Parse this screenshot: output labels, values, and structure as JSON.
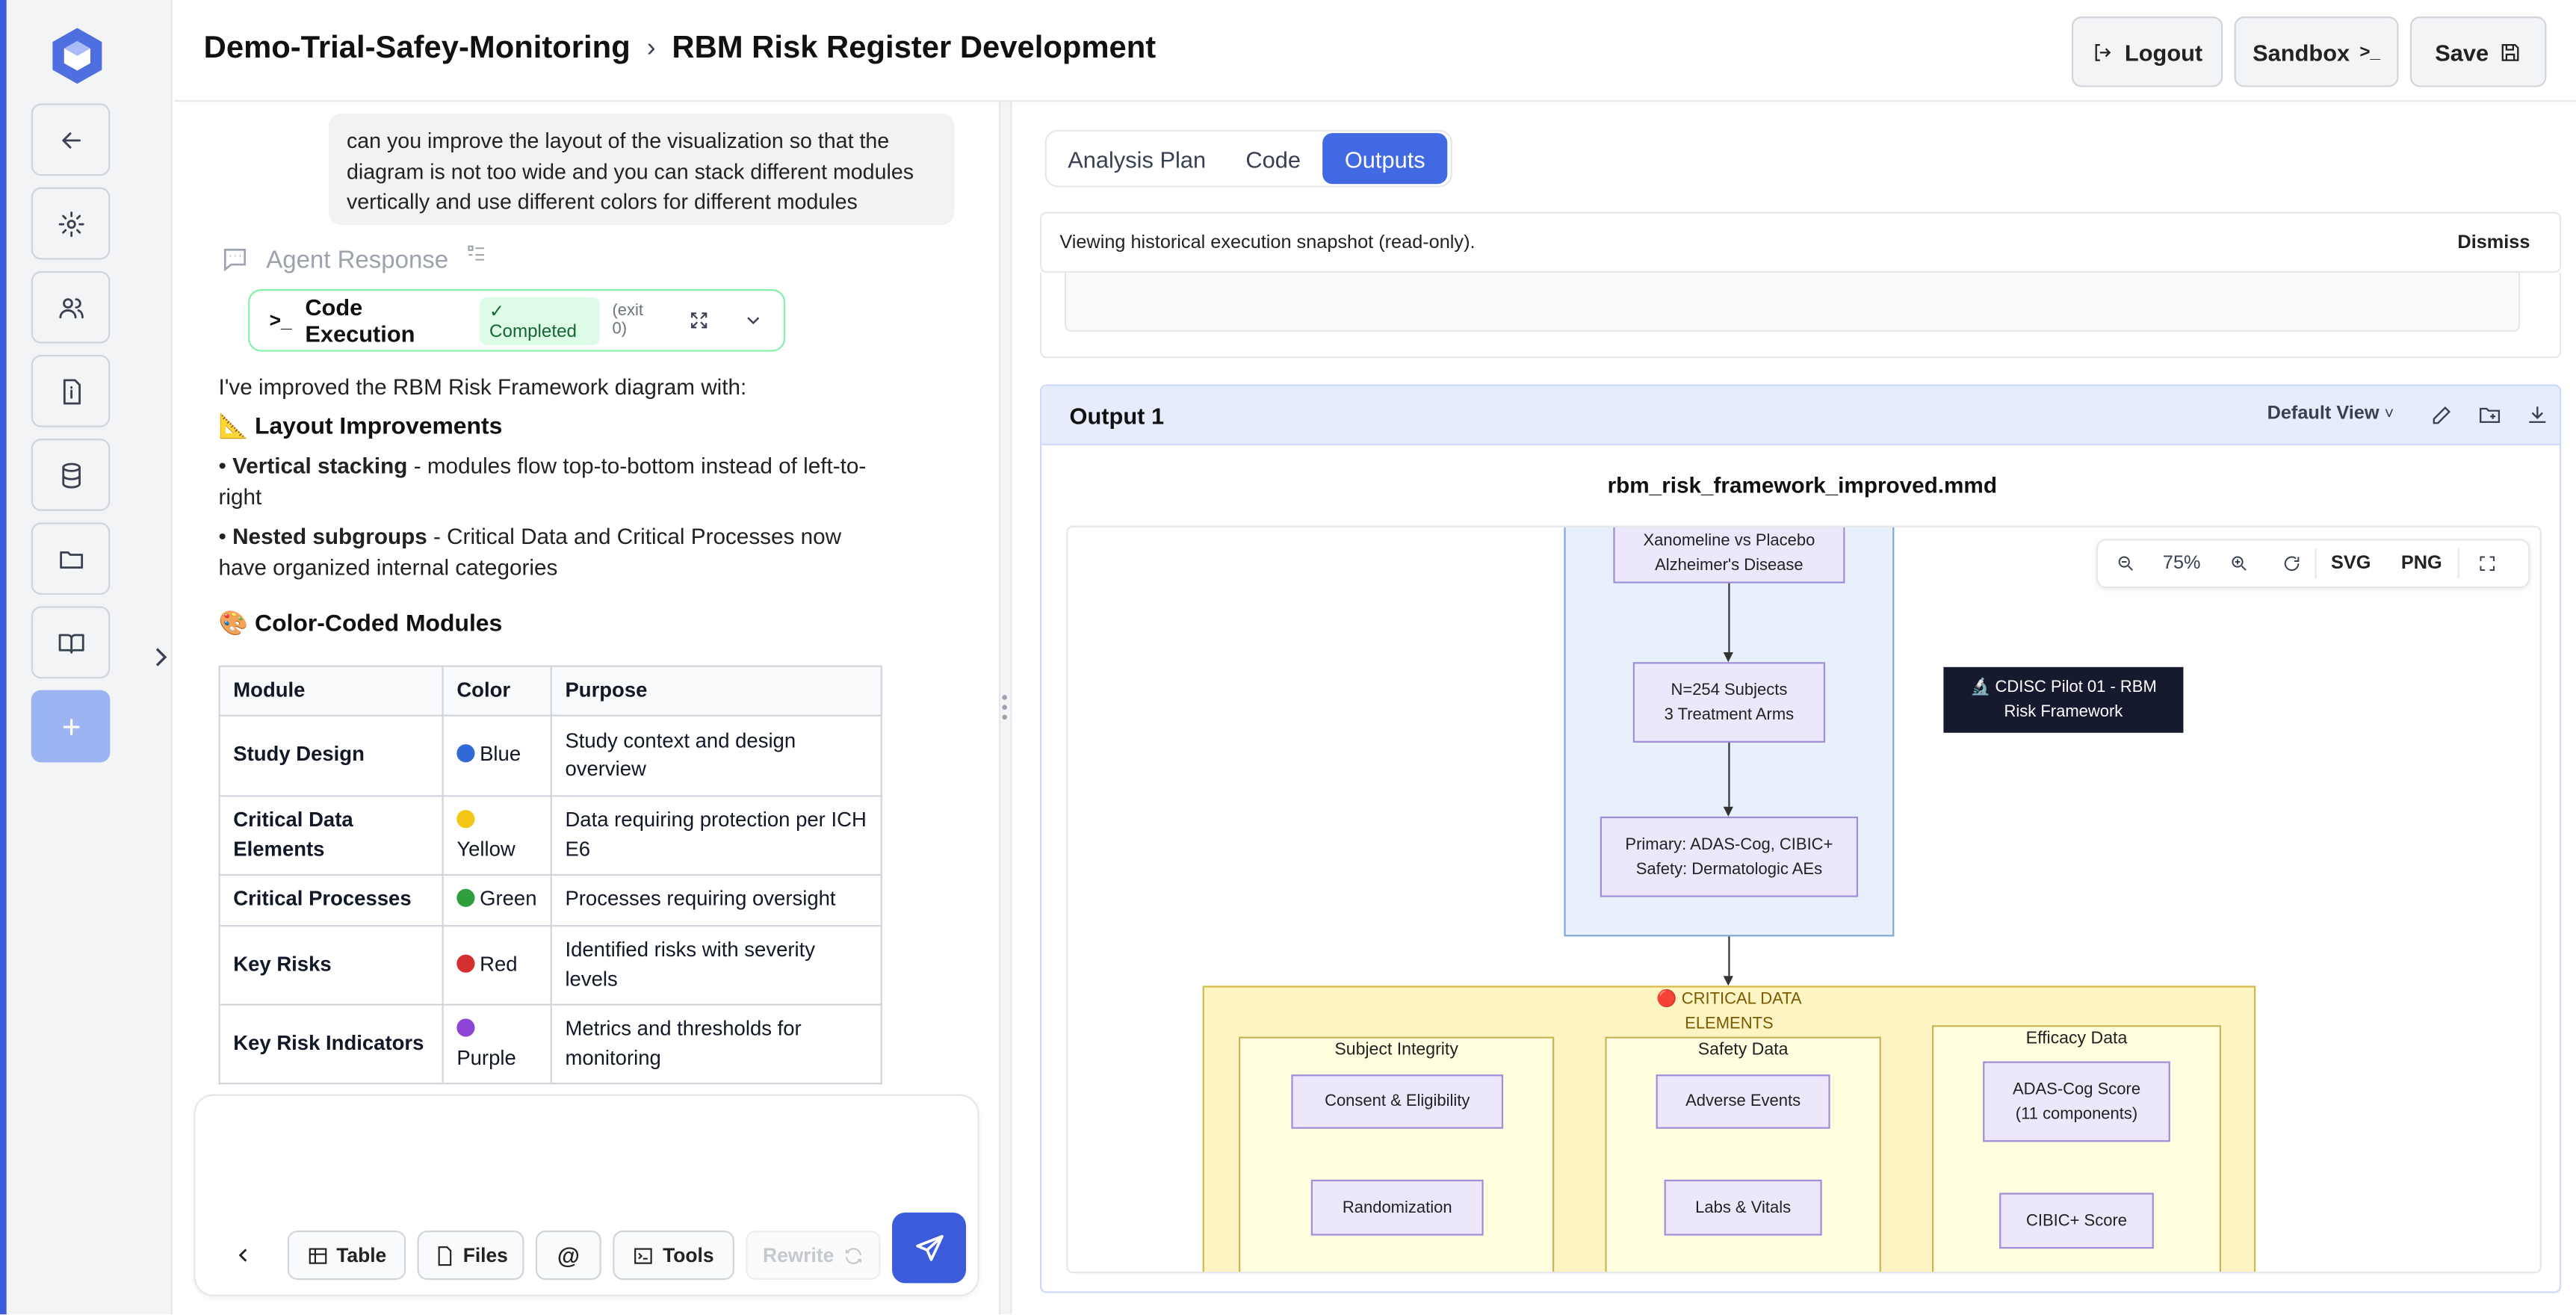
{
  "header": {
    "project": "Demo-Trial-Safey-Monitoring",
    "page": "RBM Risk Register Development",
    "logout": "Logout",
    "sandbox": "Sandbox",
    "sandbox_glyph": ">_",
    "save": "Save"
  },
  "chat": {
    "user_message": "can you improve the layout of the visualization so that the diagram is not too wide and you can stack different modules vertically and use different colors for different modules",
    "agent_label": "Agent Response",
    "code_exec": {
      "title": "Code Execution",
      "status": "Completed",
      "exit": "(exit 0)"
    },
    "intro": "I've improved the RBM Risk Framework diagram with:",
    "layout_heading": "Layout Improvements",
    "bullet1_bold": "Vertical stacking",
    "bullet1_text": " - modules flow top-to-bottom instead of left-to-right",
    "bullet2_bold": "Nested subgroups",
    "bullet2_text": " - Critical Data and Critical Processes now have organized internal categories",
    "color_heading": "Color-Coded Modules",
    "table": {
      "headers": [
        "Module",
        "Color",
        "Purpose"
      ],
      "rows": [
        {
          "module": "Study Design",
          "color": "Blue",
          "swatch": "#2f6ad6",
          "purpose": "Study context and design overview"
        },
        {
          "module": "Critical Data Elements",
          "color": "Yellow",
          "swatch": "#f5c518",
          "purpose": "Data requiring protection per ICH E6"
        },
        {
          "module": "Critical Processes",
          "color": "Green",
          "swatch": "#2e9e3e",
          "purpose": "Processes requiring oversight"
        },
        {
          "module": "Key Risks",
          "color": "Red",
          "swatch": "#d32f2f",
          "purpose": "Identified risks with severity levels"
        },
        {
          "module": "Key Risk Indicators",
          "color": "Purple",
          "swatch": "#8e44d6",
          "purpose": "Metrics and thresholds for monitoring"
        }
      ]
    },
    "composer": {
      "table": "Table",
      "files": "Files",
      "tools": "Tools",
      "rewrite": "Rewrite"
    }
  },
  "outputs": {
    "tabs": [
      "Analysis Plan",
      "Code",
      "Outputs"
    ],
    "banner": "Viewing historical execution snapshot (read-only).",
    "dismiss": "Dismiss",
    "output_title": "Output 1",
    "view_select": "Default View",
    "filename": "rbm_risk_framework_improved.mmd",
    "zoom": "75%",
    "svg": "SVG",
    "png": "PNG",
    "diagram": {
      "node_study": "Xanomeline vs Placebo\nAlzheimer's Disease",
      "node_subjects": "N=254 Subjects\n3 Treatment Arms",
      "node_endpoints": "Primary: ADAS-Cog, CIBIC+\nSafety: Dermatologic AEs",
      "title_box": "🔬 CDISC Pilot 01 - RBM\nRisk Framework",
      "critical_data": "🔴 CRITICAL DATA\nELEMENTS",
      "sub_integrity": "Subject Integrity",
      "sub_safety": "Safety Data",
      "sub_efficacy": "Efficacy Data",
      "consent": "Consent & Eligibility",
      "randomization": "Randomization",
      "adverse": "Adverse Events",
      "labs": "Labs & Vitals",
      "adas": "ADAS-Cog Score\n(11 components)",
      "cibic": "CIBIC+ Score"
    }
  },
  "colors": {
    "accent": "#3b5bdb",
    "tab_active": "#4169e1",
    "study_fill": "#e8f1fb",
    "data_fill": "#fdf4c4"
  }
}
